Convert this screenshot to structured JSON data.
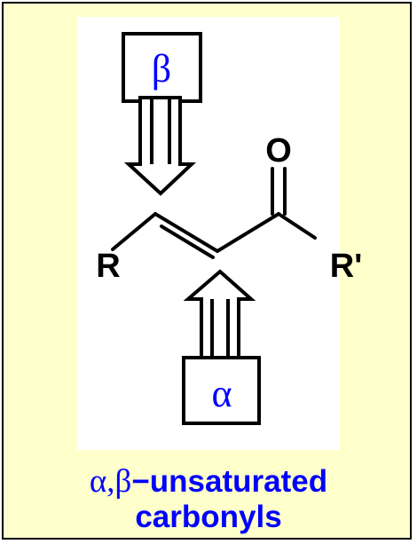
{
  "colors": {
    "panel_bg": "#ffffcc",
    "structure_bg": "#ffffff",
    "accent": "#0000ff",
    "ink": "#000000"
  },
  "atoms": {
    "oxygen": "O",
    "left_group": "R",
    "right_group": "R'"
  },
  "labels": {
    "beta": "β",
    "alpha": "α"
  },
  "caption": {
    "greek_prefix": "α,β",
    "dash": "−",
    "line1_rest": "unsaturated",
    "line2": "carbonyls"
  },
  "icons": {
    "beta_arrow": "hollow-arrow-down-icon",
    "alpha_arrow": "hollow-arrow-up-icon"
  }
}
